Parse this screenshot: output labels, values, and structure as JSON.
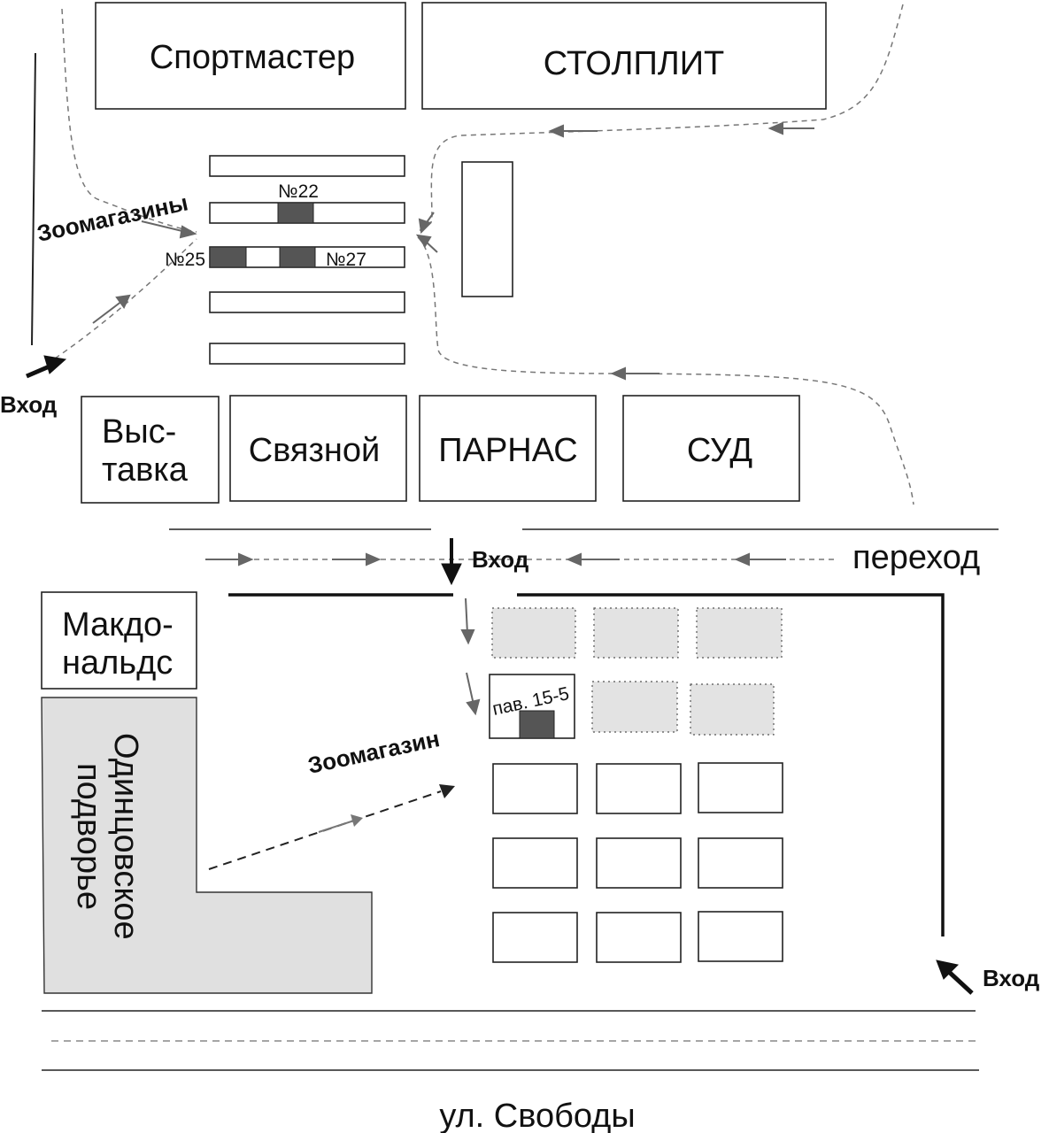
{
  "stores": {
    "sportmaster": "Спортмастер",
    "stolplit": "СТОЛПЛИТ",
    "vystavka_line1": "Выс-",
    "vystavka_line2": "тавка",
    "svyaznoy": "Связной",
    "parnas": "ПАРНАС",
    "sud": "СУД",
    "mcdonalds_line1": "Макдо-",
    "mcdonalds_line2": "нальдс",
    "podvorye_line1": "Одинцовское",
    "podvorye_line2": "подворье"
  },
  "labels": {
    "pet_shops_plural": "Зоомагазины",
    "pet_shop_singular": "Зоомагазин",
    "no22": "№22",
    "no25": "№25",
    "no27": "№27",
    "pavilion": "пав. 15-5",
    "entrance_left": "Вход",
    "entrance_center": "Вход",
    "entrance_right": "Вход",
    "crossing": "переход",
    "street": "ул. Свободы"
  },
  "colors": {
    "highlight_shop": "#555555",
    "building_fill": "#e0e0e0",
    "route": "#777777"
  }
}
